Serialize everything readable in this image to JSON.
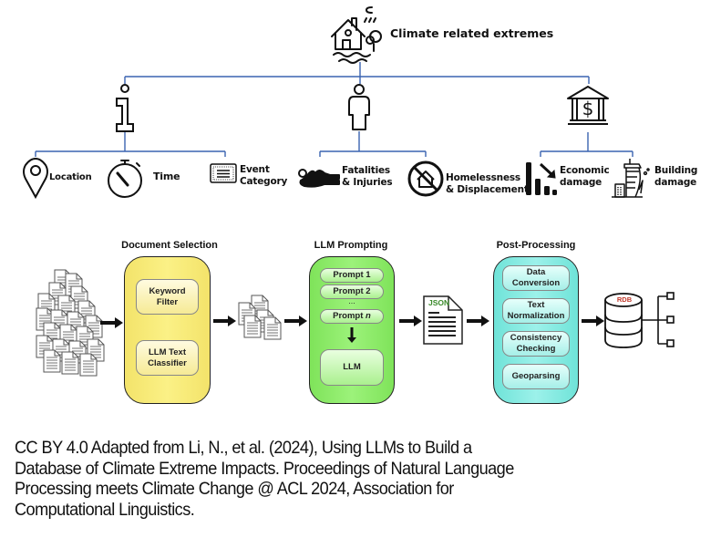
{
  "taxonomy": {
    "root": {
      "label": "Climate related extremes",
      "icon": "flood-house-icon"
    },
    "groups": [
      {
        "icon": "info-icon",
        "items": [
          {
            "label": "Location",
            "icon": "location-pin-icon"
          },
          {
            "label": "Time",
            "icon": "stopwatch-icon"
          },
          {
            "label_line1": "Event",
            "label_line2": "Category",
            "icon": "ticket-icon"
          }
        ]
      },
      {
        "icon": "person-icon",
        "items": [
          {
            "label_line1": "Fatalities",
            "label_line2": "& Injuries",
            "icon": "injured-person-icon"
          },
          {
            "label_line1": "Homelessness",
            "label_line2": "& Displacement",
            "icon": "no-home-icon"
          }
        ]
      },
      {
        "icon": "bank-dollar-icon",
        "items": [
          {
            "label_line1": "Economic",
            "label_line2": "damage",
            "icon": "declining-chart-icon"
          },
          {
            "label_line1": "Building",
            "label_line2": "damage",
            "icon": "damaged-building-icon"
          }
        ]
      }
    ],
    "line_color": "#3a63b0"
  },
  "pipeline": {
    "stages": [
      {
        "title": "Document Selection",
        "color": "#f7ea78",
        "steps": [
          {
            "line1": "Keyword",
            "line2": "Filter"
          },
          {
            "line1": "LLM Text",
            "line2": "Classifier"
          }
        ]
      },
      {
        "title": "LLM Prompting",
        "color": "#8eec6c",
        "prompts": [
          "Prompt 1",
          "Prompt 2",
          "Prompt"
        ],
        "prompt_n_suffix": "n",
        "ellipsis": "...",
        "model": "LLM"
      },
      {
        "title": "Post-Processing",
        "color": "#86ebe2",
        "steps": [
          {
            "line1": "Data",
            "line2": "Conversion"
          },
          {
            "line1": "Text",
            "line2": "Normalization"
          },
          {
            "line1": "Consistency",
            "line2": "Checking"
          },
          {
            "line1": "Geoparsing",
            "line2": ""
          }
        ]
      }
    ],
    "json_doc_label": "JSON",
    "json_label_color": "#3a8a2a",
    "database_label": "RDB",
    "database_label_color": "#c0392b"
  },
  "caption": {
    "line1": "CC BY 4.0 Adapted from Li, N., et al.  (2024), Using LLMs to Build a",
    "line2": "Database of Climate Extreme Impacts. Proceedings of Natural Language",
    "line3": "Processing meets Climate Change @ ACL 2024, Association for",
    "line4": "Computational Linguistics."
  }
}
